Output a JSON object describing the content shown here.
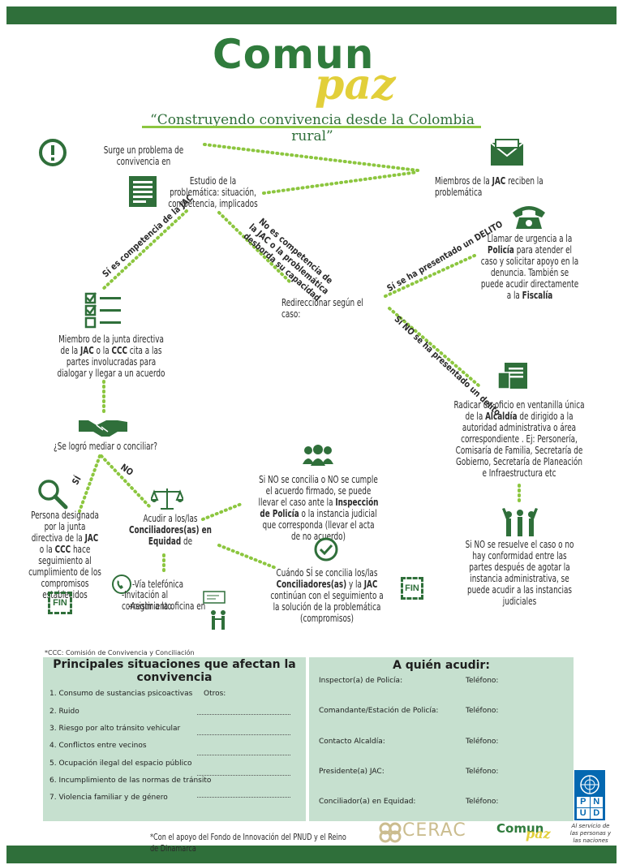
{
  "brand": {
    "comun": "Comun",
    "paz": "paz"
  },
  "slogan": "“Construyendo convivencia desde la Colombia rural”",
  "flow": {
    "problem": "Surge un problema de convivencia en",
    "jac_receive_pre": "Miembros de la",
    "jac_receive_b": "JAC",
    "jac_receive_post": "reciben la problemática",
    "study": "Estudio de la problemática: situación, competencia, implicados",
    "yes_jac": "Sí es competencia de la JAC",
    "no_jac": "No es competencia de la JAC o la problemática desborda su capacidad",
    "member_pre": "Miembro de la junta directiva de la",
    "member_b1": "JAC",
    "member_mid": "o la",
    "member_b2": "CCC",
    "member_post": "cita a las partes involucradas para dialogar y llegar a un acuerdo",
    "redirect": "Redireccionar según el caso:",
    "delito_yes": "Sí se ha presentado un DELITO",
    "delito_no": "Sí NO se ha presentado un delito",
    "urgent_pre": "Llamar de urgencia a la",
    "urgent_b1": "Policía",
    "urgent_mid": "para atender el caso y solicitar apoyo en la denuncia. También se puede acudir directamente a la",
    "urgent_b2": "Fiscalía",
    "oficio_pre": "Radicar un oficio en ventanilla única de la",
    "oficio_b": "Alcaldía",
    "oficio_mid": "de",
    "oficio_post": "dirigido a la autoridad administrativa o área correspondiente . Ej: Personería, Comisaría de Familia, Secretaría de Gobierno, Secretaría de Planeación e Infraestructura etc",
    "mediate": "¿Se logró mediar o conciliar?",
    "yes": "SÍ",
    "no": "NO",
    "designated_pre": "Persona designada por la junta directiva de la",
    "designated_b1": "JAC",
    "designated_mid": "o la",
    "designated_b2": "CCC",
    "designated_post": "hace seguimiento al cumplimiento de los compromisos establecidos",
    "fin": "FIN",
    "acudir_pre": "Acudir a los/las",
    "acudir_b": "Conciliadores(as) en Equidad",
    "acudir_post": "de",
    "via_tel": "-Vía telefónica",
    "invitacion": "-Invitación al corregimiento",
    "asistir": "-Asistir a la oficina en",
    "no_concilia_pre": "Si NO se concilia o NO se cumple el acuerdo firmado, se puede llevar el caso ante la",
    "no_concilia_b": "Inspección de Policía",
    "no_concilia_post": "o la instancia judicial que corresponda (llevar el acta de no acuerdo)",
    "si_concilia_pre": "Cuándo SÍ se concilia los/las",
    "si_concilia_b1": "Conciliadores(as)",
    "si_concilia_mid": "y la",
    "si_concilia_b2": "JAC",
    "si_concilia_post": "continúan con el seguimiento a la solución de la problemática (compromisos)",
    "judicial": "Si NO se resuelve el caso o no hay conformidad entre las partes después de agotar la instancia administrativa, se puede acudir a las instancias judiciales"
  },
  "footnote": "*CCC: Comisión de Convivencia y Conciliación",
  "situaciones": {
    "title": "Principales situaciones que afectan la convivencia",
    "otros": "Otros:",
    "items": [
      "1. Consumo de sustancias psicoactivas",
      "2. Ruido",
      "3. Riesgo por alto tránsito vehicular",
      "4. Conflictos entre vecinos",
      "5. Ocupación ilegal del espacio público",
      "6. Incumplimiento de las normas de tránsito",
      "7. Violencia familiar y de género"
    ]
  },
  "acudir": {
    "title": "A quién acudir:",
    "phone_label": "Teléfono:",
    "rows": [
      "Inspector(a) de Policía:",
      "Comandante/Estación de Policía:",
      "Contacto Alcaldía:",
      "Presidente(a) JAC:",
      "Conciliador(a) en Equidad:"
    ]
  },
  "support": "*Con el apoyo del Fondo de Innovación del PNUD y el Reino de Dinamarca",
  "cerac": "CERAC",
  "pnud_letters": [
    "P",
    "N",
    "U",
    "D"
  ],
  "pnud_tagline": "Al servicio de las personas y las naciones",
  "colors": {
    "green": "#2f6f3a",
    "yellow": "#e2cf3a",
    "panel": "#c6e0cf"
  }
}
